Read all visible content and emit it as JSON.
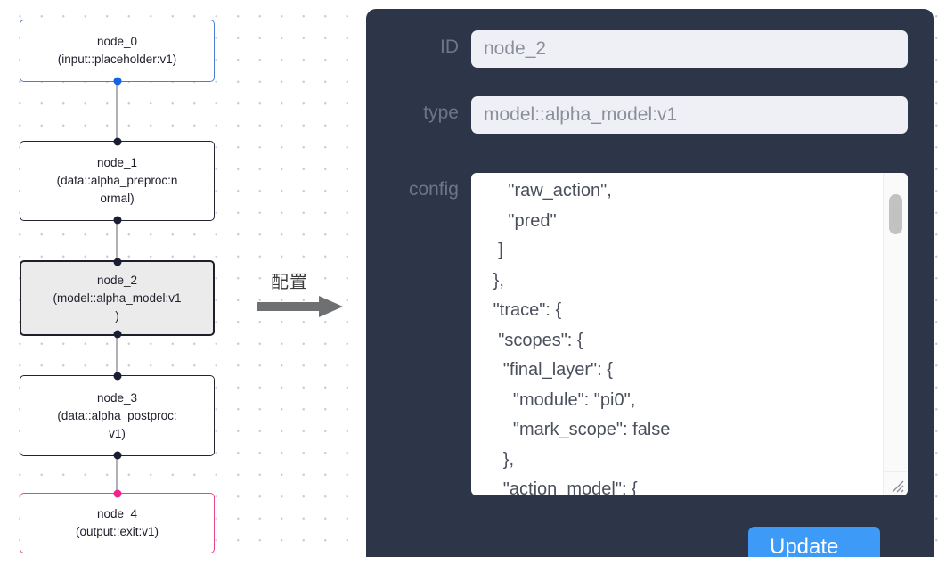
{
  "graph": {
    "nodes": [
      {
        "id": "node_0",
        "title": "node_0",
        "subtitle": "(input::placeholder:v1)",
        "state": "input"
      },
      {
        "id": "node_1",
        "title": "node_1",
        "subtitle": "(data::alpha_preproc:n\normal)",
        "state": "default"
      },
      {
        "id": "node_2",
        "title": "node_2",
        "subtitle": "(model::alpha_model:v1\n)",
        "state": "selected"
      },
      {
        "id": "node_3",
        "title": "node_3",
        "subtitle": "(data::alpha_postproc:\nv1)",
        "state": "default"
      },
      {
        "id": "node_4",
        "title": "node_4",
        "subtitle": "(output::exit:v1)",
        "state": "output"
      }
    ]
  },
  "annotation": {
    "label": "配置",
    "arrow_icon": "right-arrow-icon"
  },
  "panel": {
    "id_label": "ID",
    "id_value": "node_2",
    "id_placeholder": "node_2",
    "type_label": "type",
    "type_value": "model::alpha_model:v1",
    "type_placeholder": "model::alpha_model:v1",
    "config_label": "config",
    "config_value": "      \"raw_action\",\n      \"pred\"\n    ]\n   },\n   \"trace\": {\n    \"scopes\": {\n     \"final_layer\": {\n       \"module\": \"pi0\",\n       \"mark_scope\": false\n     },\n     \"action_model\": {",
    "update_label": "Update",
    "scrollbar_icon": "vertical-scrollbar",
    "resize_icon": "resize-grip-icon"
  },
  "colors": {
    "panel_bg": "#2d3648",
    "accent_button": "#3d9bf7",
    "input_bg": "#eef0f5",
    "node_selected_bg": "#ebebeb",
    "input_node_border": "#4a7fd4",
    "output_node_border": "#e8468f",
    "edge": "#b1b1b7"
  }
}
